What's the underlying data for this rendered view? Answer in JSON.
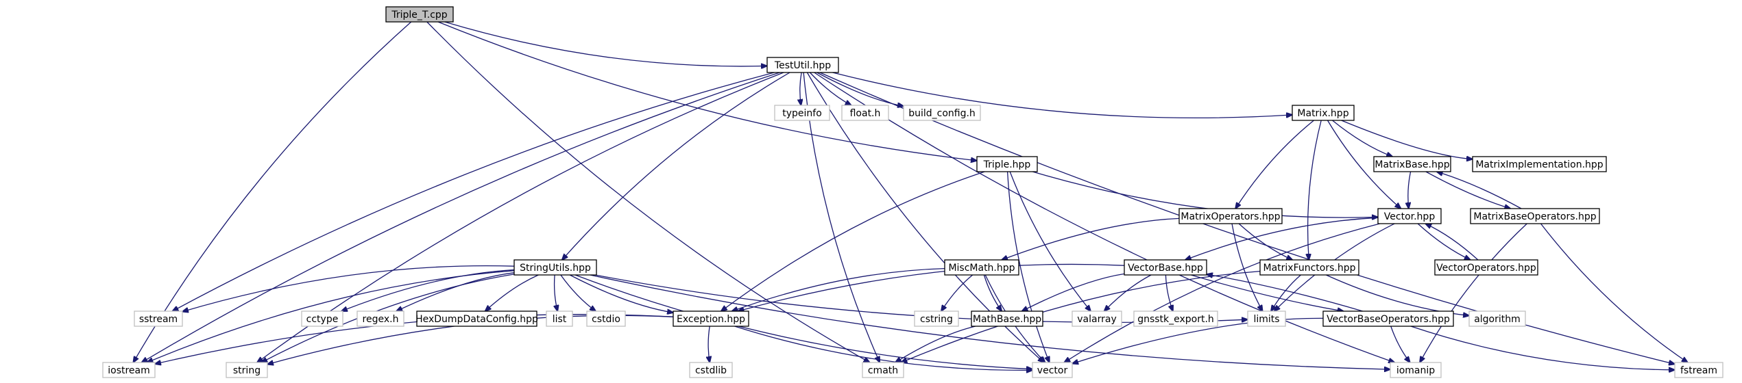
{
  "diagram": {
    "type": "include-dependency-graph",
    "colors": {
      "edge": "#191970",
      "internal_border": "#000000",
      "external_border": "#bfbfbf",
      "root_fill": "#bfbfbf",
      "node_fill": "#ffffff"
    },
    "nodes": [
      {
        "id": "triple_t_cpp",
        "label": "Triple_T.cpp",
        "kind": "root"
      },
      {
        "id": "testutil_hpp",
        "label": "TestUtil.hpp",
        "kind": "internal"
      },
      {
        "id": "typeinfo",
        "label": "typeinfo",
        "kind": "external"
      },
      {
        "id": "float_h",
        "label": "float.h",
        "kind": "external"
      },
      {
        "id": "build_config_h",
        "label": "build_config.h",
        "kind": "external"
      },
      {
        "id": "matrix_hpp",
        "label": "Matrix.hpp",
        "kind": "internal"
      },
      {
        "id": "triple_hpp",
        "label": "Triple.hpp",
        "kind": "internal"
      },
      {
        "id": "matrixbase_hpp",
        "label": "MatrixBase.hpp",
        "kind": "internal"
      },
      {
        "id": "matriximplementation_hpp",
        "label": "MatrixImplementation.hpp",
        "kind": "internal"
      },
      {
        "id": "matrixoperators_hpp",
        "label": "MatrixOperators.hpp",
        "kind": "internal"
      },
      {
        "id": "vector_hpp",
        "label": "Vector.hpp",
        "kind": "internal"
      },
      {
        "id": "matrixbaseoperators_hpp",
        "label": "MatrixBaseOperators.hpp",
        "kind": "internal"
      },
      {
        "id": "stringutils_hpp",
        "label": "StringUtils.hpp",
        "kind": "internal"
      },
      {
        "id": "miscmath_hpp",
        "label": "MiscMath.hpp",
        "kind": "internal"
      },
      {
        "id": "vectorbase_hpp",
        "label": "VectorBase.hpp",
        "kind": "internal"
      },
      {
        "id": "matrixfunctors_hpp",
        "label": "MatrixFunctors.hpp",
        "kind": "internal"
      },
      {
        "id": "vectoroperators_hpp",
        "label": "VectorOperators.hpp",
        "kind": "internal"
      },
      {
        "id": "sstream",
        "label": "sstream",
        "kind": "external"
      },
      {
        "id": "cctype",
        "label": "cctype",
        "kind": "external"
      },
      {
        "id": "regex_h",
        "label": "regex.h",
        "kind": "external"
      },
      {
        "id": "hexdumpdataconfig_hpp",
        "label": "HexDumpDataConfig.hpp",
        "kind": "internal"
      },
      {
        "id": "list",
        "label": "list",
        "kind": "external"
      },
      {
        "id": "cstdio",
        "label": "cstdio",
        "kind": "external"
      },
      {
        "id": "exception_hpp",
        "label": "Exception.hpp",
        "kind": "internal"
      },
      {
        "id": "cstring",
        "label": "cstring",
        "kind": "external"
      },
      {
        "id": "mathbase_hpp",
        "label": "MathBase.hpp",
        "kind": "internal"
      },
      {
        "id": "valarray",
        "label": "valarray",
        "kind": "external"
      },
      {
        "id": "gnsstk_export_h",
        "label": "gnsstk_export.h",
        "kind": "external"
      },
      {
        "id": "limits",
        "label": "limits",
        "kind": "external"
      },
      {
        "id": "vectorbaseoperators_hpp",
        "label": "VectorBaseOperators.hpp",
        "kind": "internal"
      },
      {
        "id": "algorithm",
        "label": "algorithm",
        "kind": "external"
      },
      {
        "id": "iostream",
        "label": "iostream",
        "kind": "external"
      },
      {
        "id": "string",
        "label": "string",
        "kind": "external"
      },
      {
        "id": "cstdlib",
        "label": "cstdlib",
        "kind": "external"
      },
      {
        "id": "cmath",
        "label": "cmath",
        "kind": "external"
      },
      {
        "id": "vector",
        "label": "vector",
        "kind": "external"
      },
      {
        "id": "iomanip",
        "label": "iomanip",
        "kind": "external"
      },
      {
        "id": "fstream",
        "label": "fstream",
        "kind": "external"
      }
    ],
    "edges": [
      [
        "triple_t_cpp",
        "testutil_hpp"
      ],
      [
        "triple_t_cpp",
        "triple_hpp"
      ],
      [
        "triple_t_cpp",
        "iostream"
      ],
      [
        "triple_t_cpp",
        "cmath"
      ],
      [
        "testutil_hpp",
        "typeinfo"
      ],
      [
        "testutil_hpp",
        "float_h"
      ],
      [
        "testutil_hpp",
        "build_config_h"
      ],
      [
        "testutil_hpp",
        "matrix_hpp"
      ],
      [
        "testutil_hpp",
        "stringutils_hpp"
      ],
      [
        "testutil_hpp",
        "sstream"
      ],
      [
        "testutil_hpp",
        "iostream"
      ],
      [
        "testutil_hpp",
        "string"
      ],
      [
        "testutil_hpp",
        "cmath"
      ],
      [
        "testutil_hpp",
        "vector"
      ],
      [
        "testutil_hpp",
        "iomanip"
      ],
      [
        "testutil_hpp",
        "fstream"
      ],
      [
        "matrix_hpp",
        "matrixbase_hpp"
      ],
      [
        "matrix_hpp",
        "matriximplementation_hpp"
      ],
      [
        "matrix_hpp",
        "vector_hpp"
      ],
      [
        "matrix_hpp",
        "matrixoperators_hpp"
      ],
      [
        "matrix_hpp",
        "matrixfunctors_hpp"
      ],
      [
        "matrixbase_hpp",
        "vector_hpp"
      ],
      [
        "matrixbase_hpp",
        "matrixbaseoperators_hpp"
      ],
      [
        "matrixbaseoperators_hpp",
        "matrixbase_hpp"
      ],
      [
        "matrixbaseoperators_hpp",
        "iomanip"
      ],
      [
        "matrixbaseoperators_hpp",
        "fstream"
      ],
      [
        "triple_hpp",
        "vector_hpp"
      ],
      [
        "triple_hpp",
        "exception_hpp"
      ],
      [
        "triple_hpp",
        "valarray"
      ],
      [
        "triple_hpp",
        "vector"
      ],
      [
        "vector_hpp",
        "vectorbase_hpp"
      ],
      [
        "vector_hpp",
        "vectoroperators_hpp"
      ],
      [
        "vector_hpp",
        "limits"
      ],
      [
        "vector_hpp",
        "vector"
      ],
      [
        "vectoroperators_hpp",
        "vector_hpp"
      ],
      [
        "matrixoperators_hpp",
        "miscmath_hpp"
      ],
      [
        "matrixoperators_hpp",
        "matrixfunctors_hpp"
      ],
      [
        "matrixoperators_hpp",
        "limits"
      ],
      [
        "matrixfunctors_hpp",
        "limits"
      ],
      [
        "matrixfunctors_hpp",
        "algorithm"
      ],
      [
        "matrixfunctors_hpp",
        "cmath"
      ],
      [
        "miscmath_hpp",
        "exception_hpp"
      ],
      [
        "miscmath_hpp",
        "mathbase_hpp"
      ],
      [
        "miscmath_hpp",
        "cstring"
      ],
      [
        "miscmath_hpp",
        "vector"
      ],
      [
        "vectorbase_hpp",
        "exception_hpp"
      ],
      [
        "vectorbase_hpp",
        "mathbase_hpp"
      ],
      [
        "vectorbase_hpp",
        "valarray"
      ],
      [
        "vectorbase_hpp",
        "gnsstk_export_h"
      ],
      [
        "vectorbase_hpp",
        "vectorbaseoperators_hpp"
      ],
      [
        "vectorbaseoperators_hpp",
        "vectorbase_hpp"
      ],
      [
        "vectorbaseoperators_hpp",
        "vector"
      ],
      [
        "vectorbaseoperators_hpp",
        "iomanip"
      ],
      [
        "vectorbaseoperators_hpp",
        "fstream"
      ],
      [
        "stringutils_hpp",
        "sstream"
      ],
      [
        "stringutils_hpp",
        "cctype"
      ],
      [
        "stringutils_hpp",
        "regex_h"
      ],
      [
        "stringutils_hpp",
        "hexdumpdataconfig_hpp"
      ],
      [
        "stringutils_hpp",
        "list"
      ],
      [
        "stringutils_hpp",
        "cstdio"
      ],
      [
        "stringutils_hpp",
        "exception_hpp"
      ],
      [
        "stringutils_hpp",
        "limits"
      ],
      [
        "stringutils_hpp",
        "iostream"
      ],
      [
        "stringutils_hpp",
        "string"
      ],
      [
        "stringutils_hpp",
        "vector"
      ],
      [
        "stringutils_hpp",
        "iomanip"
      ],
      [
        "exception_hpp",
        "iostream"
      ],
      [
        "exception_hpp",
        "string"
      ],
      [
        "exception_hpp",
        "cstdlib"
      ],
      [
        "exception_hpp",
        "vector"
      ],
      [
        "mathbase_hpp",
        "cmath"
      ]
    ]
  }
}
